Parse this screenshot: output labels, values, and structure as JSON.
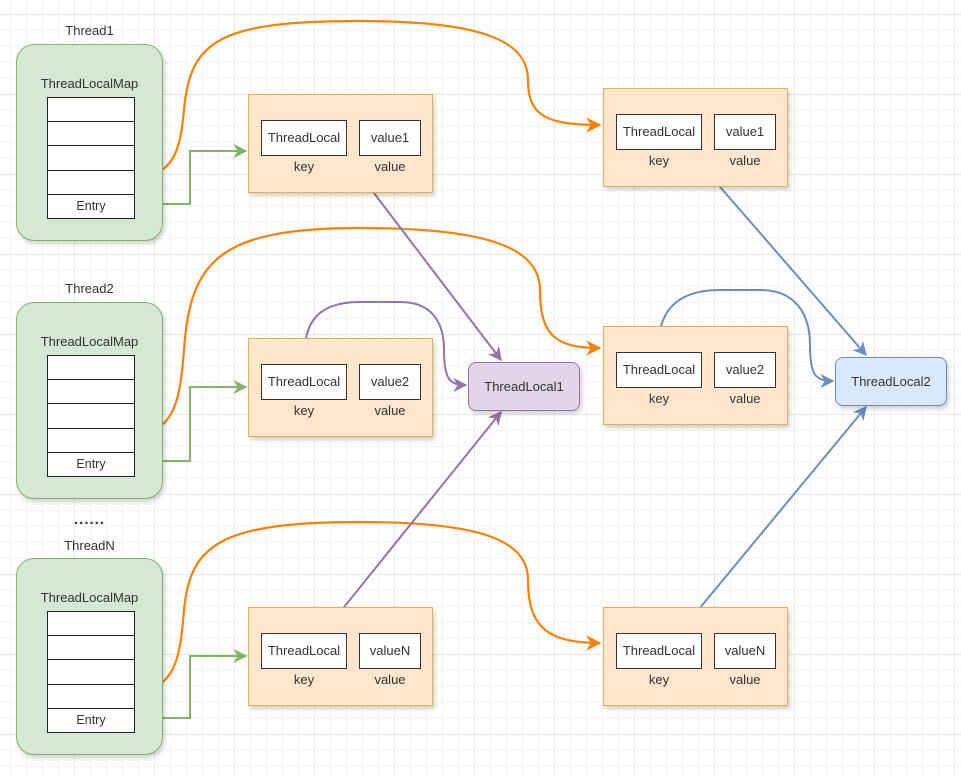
{
  "colors": {
    "thread_fill": "#d5e8d4",
    "thread_stroke": "#82b366",
    "entry_fill": "#ffe6cc",
    "entry_stroke": "#d6b656",
    "tl1_fill": "#e1d5e7",
    "tl1_stroke": "#9673a6",
    "tl2_fill": "#dae8fc",
    "tl2_stroke": "#6c8ebf",
    "edge_orange": "#ff8000",
    "edge_green": "#82b366",
    "edge_purple": "#9673a6",
    "edge_blue": "#6c8ebf"
  },
  "threads": [
    {
      "title": "Thread1",
      "map_label": "ThreadLocalMap",
      "rows": [
        "",
        "",
        "",
        "",
        "Entry"
      ]
    },
    {
      "title": "Thread2",
      "map_label": "ThreadLocalMap",
      "rows": [
        "",
        "",
        "",
        "",
        "Entry"
      ]
    },
    {
      "title": "ThreadN",
      "map_label": "ThreadLocalMap",
      "rows": [
        "",
        "",
        "",
        "",
        "Entry"
      ]
    }
  ],
  "ellipsis": "......",
  "entries_left": [
    {
      "key": "ThreadLocal",
      "value": "value1",
      "key_label": "key",
      "value_label": "value"
    },
    {
      "key": "ThreadLocal",
      "value": "value2",
      "key_label": "key",
      "value_label": "value"
    },
    {
      "key": "ThreadLocal",
      "value": "valueN",
      "key_label": "key",
      "value_label": "value"
    }
  ],
  "entries_right": [
    {
      "key": "ThreadLocal",
      "value": "value1",
      "key_label": "key",
      "value_label": "value"
    },
    {
      "key": "ThreadLocal",
      "value": "value2",
      "key_label": "key",
      "value_label": "value"
    },
    {
      "key": "ThreadLocal",
      "value": "valueN",
      "key_label": "key",
      "value_label": "value"
    }
  ],
  "threadlocals": [
    {
      "label": "ThreadLocal1"
    },
    {
      "label": "ThreadLocal2"
    }
  ],
  "edges": [
    {
      "from": "Thread1.map.row4",
      "to": "right-entry-1",
      "color": "orange"
    },
    {
      "from": "Thread1.map.Entry",
      "to": "left-entry-1",
      "color": "green"
    },
    {
      "from": "Thread2.map.row4",
      "to": "right-entry-2",
      "color": "orange"
    },
    {
      "from": "Thread2.map.Entry",
      "to": "left-entry-2",
      "color": "green"
    },
    {
      "from": "ThreadN.map.row4",
      "to": "right-entry-N",
      "color": "orange"
    },
    {
      "from": "ThreadN.map.Entry",
      "to": "left-entry-N",
      "color": "green"
    },
    {
      "from": "left-entry-1.key",
      "to": "ThreadLocal1",
      "color": "purple"
    },
    {
      "from": "left-entry-2.key",
      "to": "ThreadLocal1",
      "color": "purple"
    },
    {
      "from": "left-entry-N.key",
      "to": "ThreadLocal1",
      "color": "purple"
    },
    {
      "from": "right-entry-1.key",
      "to": "ThreadLocal2",
      "color": "blue"
    },
    {
      "from": "right-entry-2.key",
      "to": "ThreadLocal2",
      "color": "blue"
    },
    {
      "from": "right-entry-N.key",
      "to": "ThreadLocal2",
      "color": "blue"
    }
  ]
}
